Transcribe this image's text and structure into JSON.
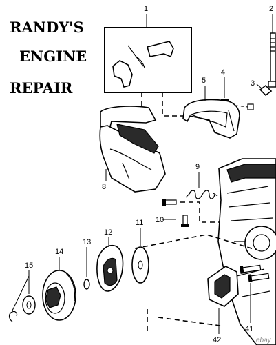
{
  "brand": {
    "line1": "RANDY'S",
    "line2": "ENGINE",
    "line3": "REPAIR"
  },
  "callouts": [
    "1",
    "2",
    "3",
    "4",
    "5",
    "8",
    "9",
    "10",
    "11",
    "12",
    "13",
    "14",
    "15",
    "41",
    "42"
  ],
  "watermark": "ebay"
}
